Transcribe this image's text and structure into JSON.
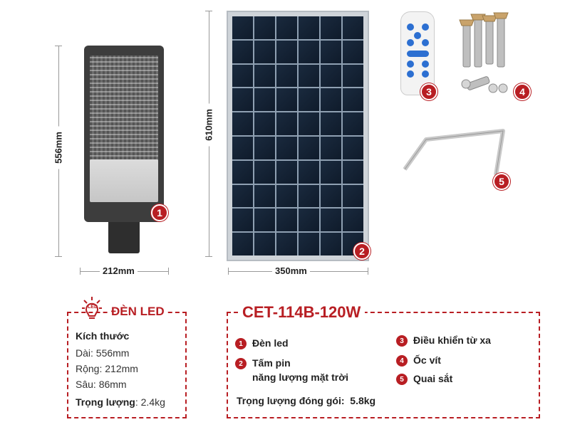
{
  "dimensions": {
    "lamp_height": "556mm",
    "lamp_width": "212mm",
    "panel_height": "610mm",
    "panel_width": "350mm"
  },
  "badges": [
    "1",
    "2",
    "3",
    "4",
    "5"
  ],
  "led_box": {
    "title": "ĐÈN LED",
    "icon_text": "LED",
    "size_heading": "Kích thước",
    "length": "Dài: 556mm",
    "width": "Rộng: 212mm",
    "depth": "Sâu: 86mm",
    "weight_label": "Trọng lượng",
    "weight_value": ": 2.4kg"
  },
  "model_box": {
    "title": "CET-114B-120W",
    "items": [
      {
        "num": "1",
        "label": "Đèn led"
      },
      {
        "num": "2",
        "label": "Tấm pin",
        "label2": "năng lượng mặt trời"
      },
      {
        "num": "3",
        "label": "Điều khiển từ xa"
      },
      {
        "num": "4",
        "label": "Ốc vít"
      },
      {
        "num": "5",
        "label": "Quai sắt"
      }
    ],
    "package_weight_label": "Trọng lượng đóng gói:",
    "package_weight_value": "5.8kg"
  },
  "colors": {
    "accent": "#b81e23",
    "lamp_body": "#3d3d3d",
    "panel_cell": "#14233a",
    "remote_button": "#2c6fd1"
  }
}
